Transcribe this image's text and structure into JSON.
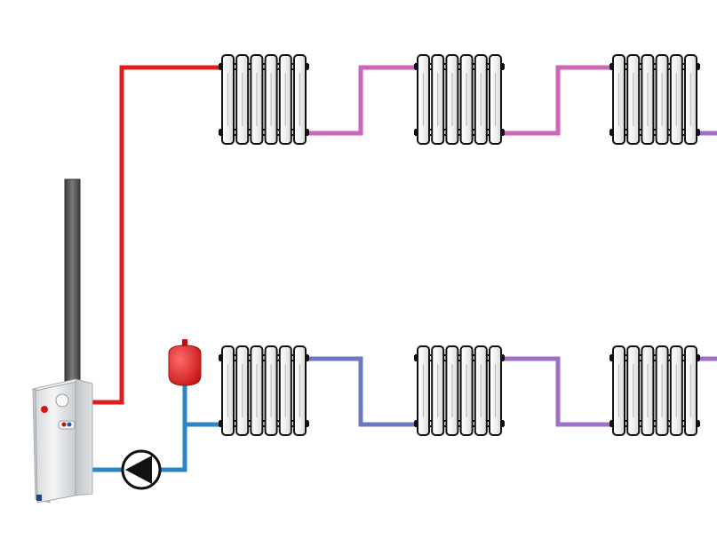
{
  "diagram": {
    "kind": "single-pipe heating system schematic",
    "colors": {
      "supply_hot": "#e21b1b",
      "return_cold": "#2a86c4",
      "pipe_warm": "#cc66bb",
      "pipe_mid": "#a070c8",
      "pipe_cool": "#6c78c4",
      "radiator_body": "#ffffff",
      "radiator_stroke": "#111111",
      "boiler_body": "#e9ecee",
      "chimney": "#5a5a5a",
      "expansion_tank": "#e01a1a",
      "pump_stroke": "#111111"
    },
    "components": {
      "boiler": {
        "icon": "gas-boiler-icon"
      },
      "chimney": {
        "icon": "chimney-pipe-icon"
      },
      "pump": {
        "icon": "circulation-pump-icon"
      },
      "expansion_tank": {
        "icon": "expansion-tank-icon"
      },
      "radiators": [
        {
          "id": "upper-1",
          "sections": 6
        },
        {
          "id": "upper-2",
          "sections": 6
        },
        {
          "id": "upper-3",
          "sections": 6
        },
        {
          "id": "lower-1",
          "sections": 6
        },
        {
          "id": "lower-2",
          "sections": 6
        },
        {
          "id": "lower-3",
          "sections": 6
        }
      ]
    }
  }
}
